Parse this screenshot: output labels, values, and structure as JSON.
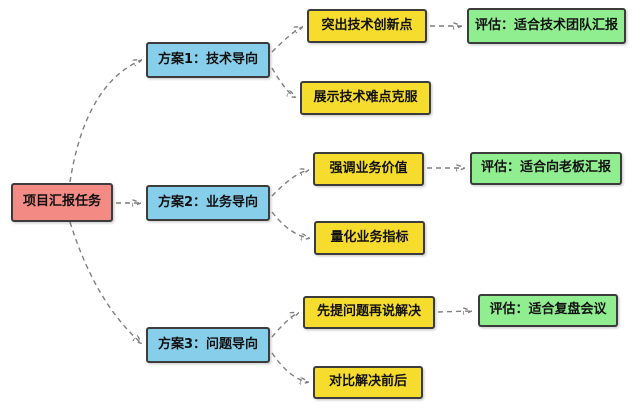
{
  "diagram": {
    "type": "flowchart",
    "background": "#FFFFFF",
    "node_border_color": "#3C3C3C",
    "edge_style": {
      "line_color": "#7F7F7F",
      "arrow_color": "#111111",
      "dashed": true
    },
    "nodes": {
      "root": {
        "label": "项目汇报任务",
        "color": "#F48A84"
      },
      "plan1": {
        "label": "方案1：技术导向",
        "color": "#87CEEB"
      },
      "plan2": {
        "label": "方案2：业务导向",
        "color": "#87CEEB"
      },
      "plan3": {
        "label": "方案3：问题导向",
        "color": "#87CEEB"
      },
      "p1a": {
        "label": "突出技术创新点",
        "color": "#F6DC2D"
      },
      "p1b": {
        "label": "展示技术难点克服",
        "color": "#F6DC2D"
      },
      "p2a": {
        "label": "强调业务价值",
        "color": "#F6DC2D"
      },
      "p2b": {
        "label": "量化业务指标",
        "color": "#F6DC2D"
      },
      "p3a": {
        "label": "先提问题再说解决",
        "color": "#F6DC2D"
      },
      "p3b": {
        "label": "对比解决前后",
        "color": "#F6DC2D"
      },
      "e1": {
        "label": "评估：适合技术团队汇报",
        "color": "#90EE90"
      },
      "e2": {
        "label": "评估：适合向老板汇报",
        "color": "#90EE90"
      },
      "e3": {
        "label": "评估：适合复盘会议",
        "color": "#90EE90"
      }
    },
    "edges": [
      {
        "from": "root",
        "to": "plan1"
      },
      {
        "from": "root",
        "to": "plan2"
      },
      {
        "from": "root",
        "to": "plan3"
      },
      {
        "from": "plan1",
        "to": "p1a"
      },
      {
        "from": "plan1",
        "to": "p1b"
      },
      {
        "from": "p1a",
        "to": "e1"
      },
      {
        "from": "plan2",
        "to": "p2a"
      },
      {
        "from": "plan2",
        "to": "p2b"
      },
      {
        "from": "p2a",
        "to": "e2"
      },
      {
        "from": "plan3",
        "to": "p3a"
      },
      {
        "from": "plan3",
        "to": "p3b"
      },
      {
        "from": "p3a",
        "to": "e3"
      }
    ]
  }
}
